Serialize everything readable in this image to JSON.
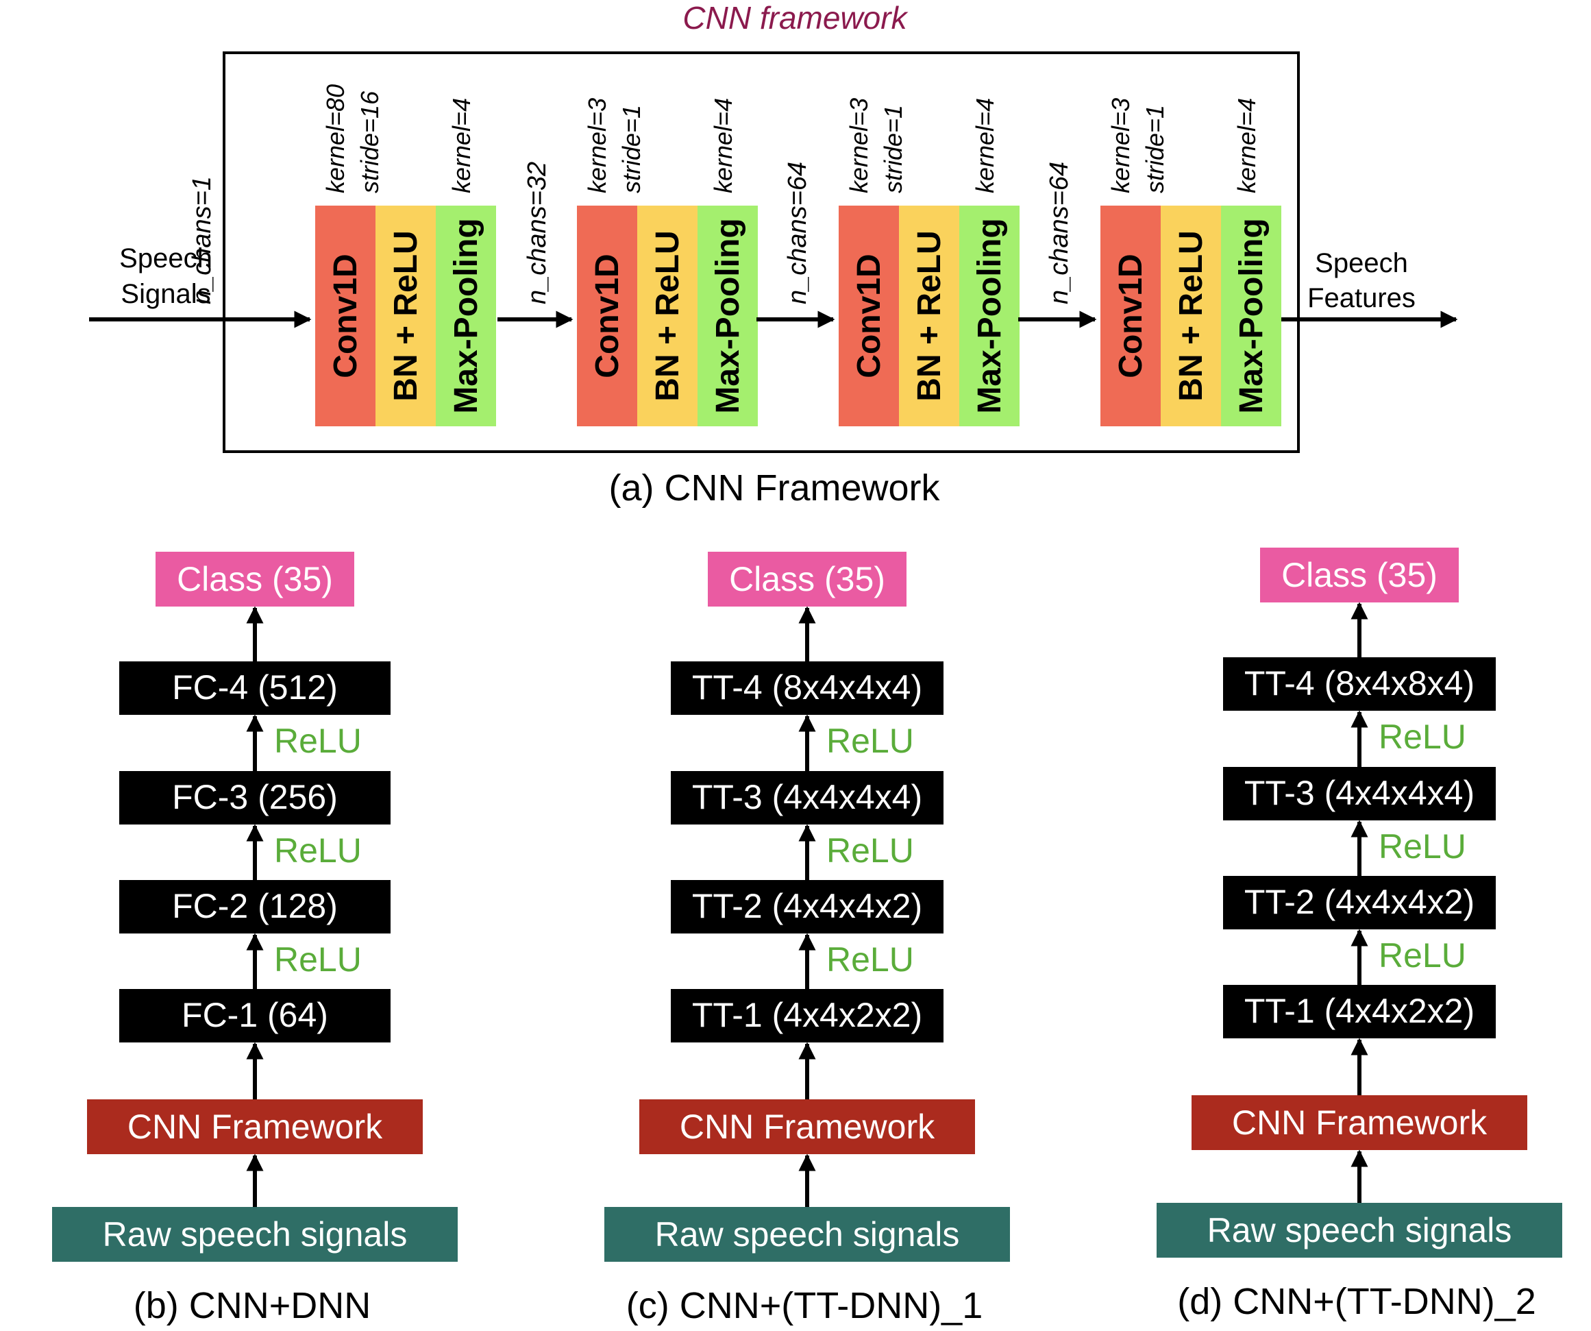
{
  "framework": {
    "title": "CNN framework",
    "input_label_1": "Speech",
    "input_label_2": "Signals",
    "output_label_1": "Speech",
    "output_label_2": "Features",
    "caption": "(a) CNN Framework",
    "chans": [
      "n_chans=1",
      "n_chans=32",
      "n_chans=64",
      "n_chans=64"
    ],
    "stages": [
      {
        "conv_kernel": "kernel=80",
        "conv_stride": "stride=16",
        "pool_kernel": "kernel=4"
      },
      {
        "conv_kernel": "kernel=3",
        "conv_stride": "stride=1",
        "pool_kernel": "kernel=4"
      },
      {
        "conv_kernel": "kernel=3",
        "conv_stride": "stride=1",
        "pool_kernel": "kernel=4"
      },
      {
        "conv_kernel": "kernel=3",
        "conv_stride": "stride=1",
        "pool_kernel": "kernel=4"
      }
    ],
    "block_labels": {
      "conv": "Conv1D",
      "bn": "BN + ReLU",
      "pool": "Max-Pooling"
    }
  },
  "models": [
    {
      "class_label": "Class (35)",
      "layers": [
        "FC-4 (512)",
        "FC-3 (256)",
        "FC-2 (128)",
        "FC-1 (64)"
      ],
      "activation": "ReLU",
      "cnn_label": "CNN Framework",
      "input_label": "Raw speech signals",
      "caption": "(b) CNN+DNN"
    },
    {
      "class_label": "Class (35)",
      "layers": [
        "TT-4 (8x4x4x4)",
        "TT-3 (4x4x4x4)",
        "TT-2 (4x4x4x2)",
        "TT-1 (4x4x2x2)"
      ],
      "activation": "ReLU",
      "cnn_label": "CNN Framework",
      "input_label": "Raw speech signals",
      "caption": "(c) CNN+(TT-DNN)_1"
    },
    {
      "class_label": "Class (35)",
      "layers": [
        "TT-4 (8x4x8x4)",
        "TT-3 (4x4x4x4)",
        "TT-2 (4x4x4x2)",
        "TT-1 (4x4x2x2)"
      ],
      "activation": "ReLU",
      "cnn_label": "CNN Framework",
      "input_label": "Raw speech signals",
      "caption": "(d) CNN+(TT-DNN)_2"
    }
  ],
  "colors": {
    "conv": "#ef6b55",
    "bn": "#fad25c",
    "pool": "#a4ef6e",
    "class_box": "#ea5ba2",
    "cnn_box": "#ab2b1e",
    "raw_box": "#2f6e66",
    "relu_text": "#5aac3a",
    "title_text": "#8b1a4d"
  }
}
